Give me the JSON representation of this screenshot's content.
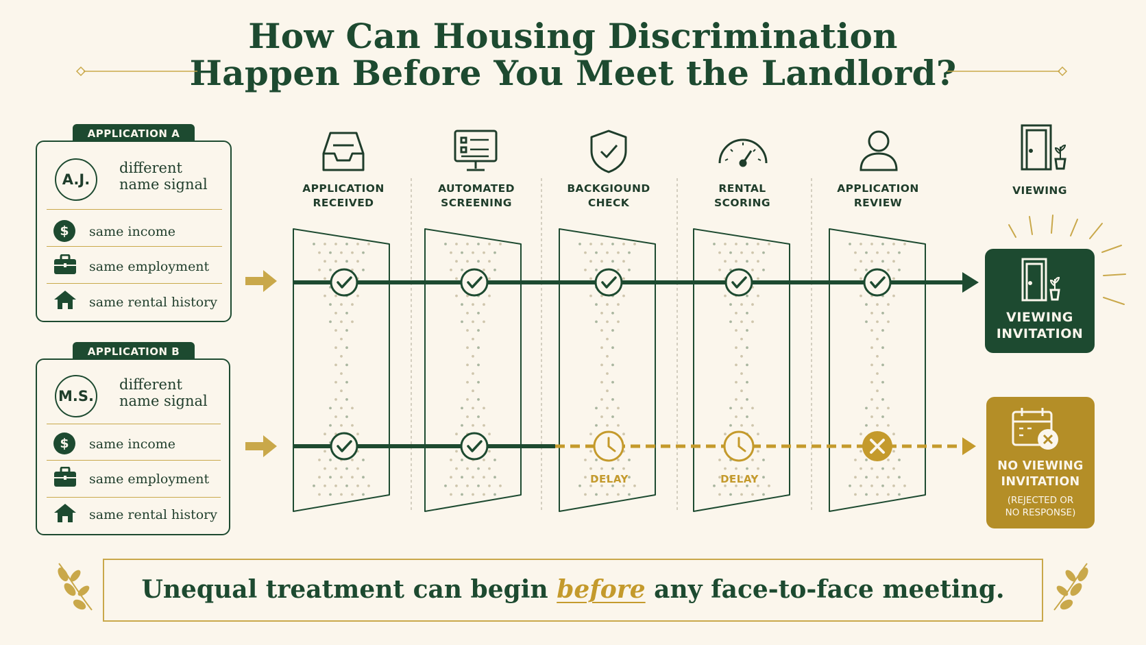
{
  "title": {
    "line1": "How Can Housing Discrimination",
    "line2": "Happen Before You Meet the Landlord?"
  },
  "applications": [
    {
      "label": "APPLICATION A",
      "initials": "A.J.",
      "signal_line1": "different",
      "signal_line2": "name signal",
      "rows": [
        {
          "icon": "dollar-icon",
          "text": "same income"
        },
        {
          "icon": "briefcase-icon",
          "text": "same employment"
        },
        {
          "icon": "house-icon",
          "text": "same rental history"
        }
      ]
    },
    {
      "label": "APPLICATION B",
      "initials": "M.S.",
      "signal_line1": "different",
      "signal_line2": "name signal",
      "rows": [
        {
          "icon": "dollar-icon",
          "text": "same income"
        },
        {
          "icon": "briefcase-icon",
          "text": "same employment"
        },
        {
          "icon": "house-icon",
          "text": "same rental history"
        }
      ]
    }
  ],
  "stages": [
    {
      "icon": "inbox-icon",
      "label": "APPLICATION\nRECEIVED",
      "a": "pass",
      "b": "pass"
    },
    {
      "icon": "monitor-checklist-icon",
      "label": "AUTOMATED\nSCREENING",
      "a": "pass",
      "b": "pass"
    },
    {
      "icon": "shield-check-icon",
      "label": "BACKGIOUND\nCHECK",
      "a": "pass",
      "b": "delay"
    },
    {
      "icon": "gauge-icon",
      "label": "RENTAL\nSCORING",
      "a": "pass",
      "b": "delay"
    },
    {
      "icon": "person-icon",
      "label": "APPLICATION\nREVIEW",
      "a": "pass",
      "b": "reject"
    }
  ],
  "delay_text": "DELAY",
  "viewing": {
    "icon": "door-plant-icon",
    "label": "VIEWING"
  },
  "outcome_a": {
    "line1": "VIEWING",
    "line2": "INVITATION"
  },
  "outcome_b": {
    "line1": "NO VIEWING",
    "line2": "INVITATION",
    "note1": "(REJECTED OR",
    "note2": "NO RESPONSE)"
  },
  "tagline": {
    "before": "Unequal treatment can begin ",
    "emphasis": "before",
    "after": " any face-to-face meeting."
  },
  "colors": {
    "green": "#1d4a30",
    "gold": "#c49a2c",
    "background": "#fbf6ec"
  }
}
